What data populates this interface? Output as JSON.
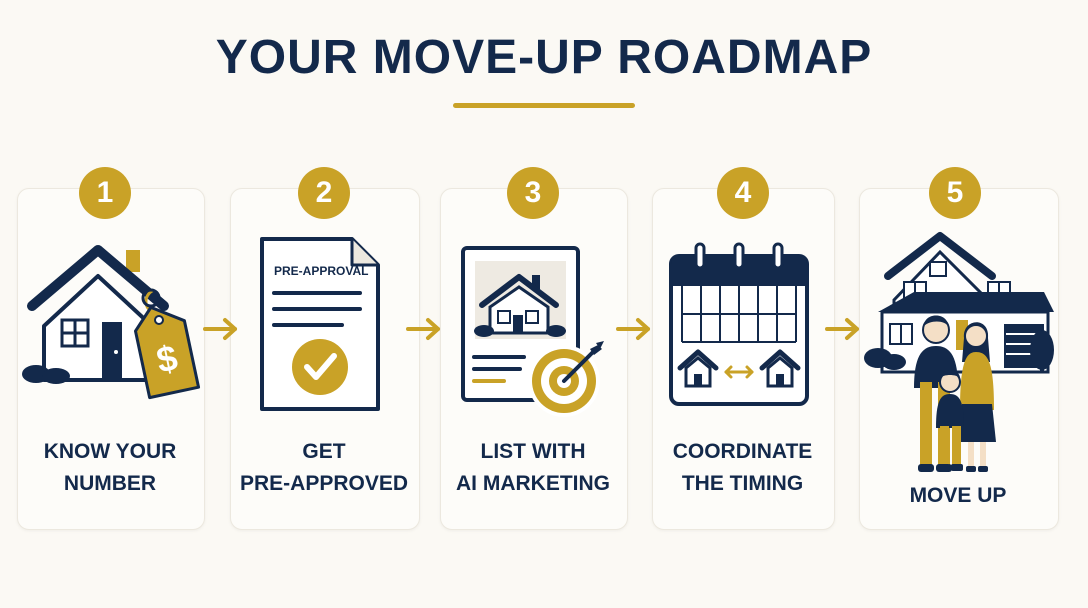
{
  "title": "YOUR MOVE-UP ROADMAP",
  "colors": {
    "navy": "#13294b",
    "gold": "#c9a227",
    "background": "#fbf9f4"
  },
  "steps": [
    {
      "number": "1",
      "label_line1": "KNOW YOUR",
      "label_line2": "NUMBER",
      "icon": "house-price-tag-icon",
      "tag_symbol": "$"
    },
    {
      "number": "2",
      "label_line1": "GET",
      "label_line2": "PRE-APPROVED",
      "icon": "pre-approval-document-icon",
      "doc_title": "PRE-APPROVAL"
    },
    {
      "number": "3",
      "label_line1": "LIST WITH",
      "label_line2": "AI MARKETING",
      "icon": "listing-target-icon"
    },
    {
      "number": "4",
      "label_line1": "COORDINATE",
      "label_line2": "THE TIMING",
      "icon": "calendar-houses-icon"
    },
    {
      "number": "5",
      "label_line1": "MOVE UP",
      "label_line2": "",
      "icon": "family-new-home-icon"
    }
  ],
  "connector_icon": "arrow-right-icon"
}
